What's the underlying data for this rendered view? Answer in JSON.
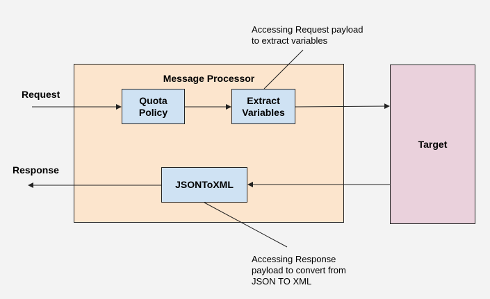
{
  "diagram": {
    "message_processor_label": "Message Processor",
    "target_label": "Target",
    "request_label": "Request",
    "response_label": "Response",
    "policies": {
      "quota": "Quota\nPolicy",
      "extract": "Extract\nVariables",
      "jsontoxml": "JSONToXML"
    },
    "notes": {
      "request_note": "Accessing Request payload\nto extract variables",
      "response_note": "Accessing Response\npayload to convert from\nJSON TO XML"
    }
  },
  "colors": {
    "background": "#f3f3f3",
    "message_processor_fill": "#fce5cd",
    "target_fill": "#ead1dc",
    "policy_fill": "#cfe2f3",
    "stroke": "#222222"
  }
}
